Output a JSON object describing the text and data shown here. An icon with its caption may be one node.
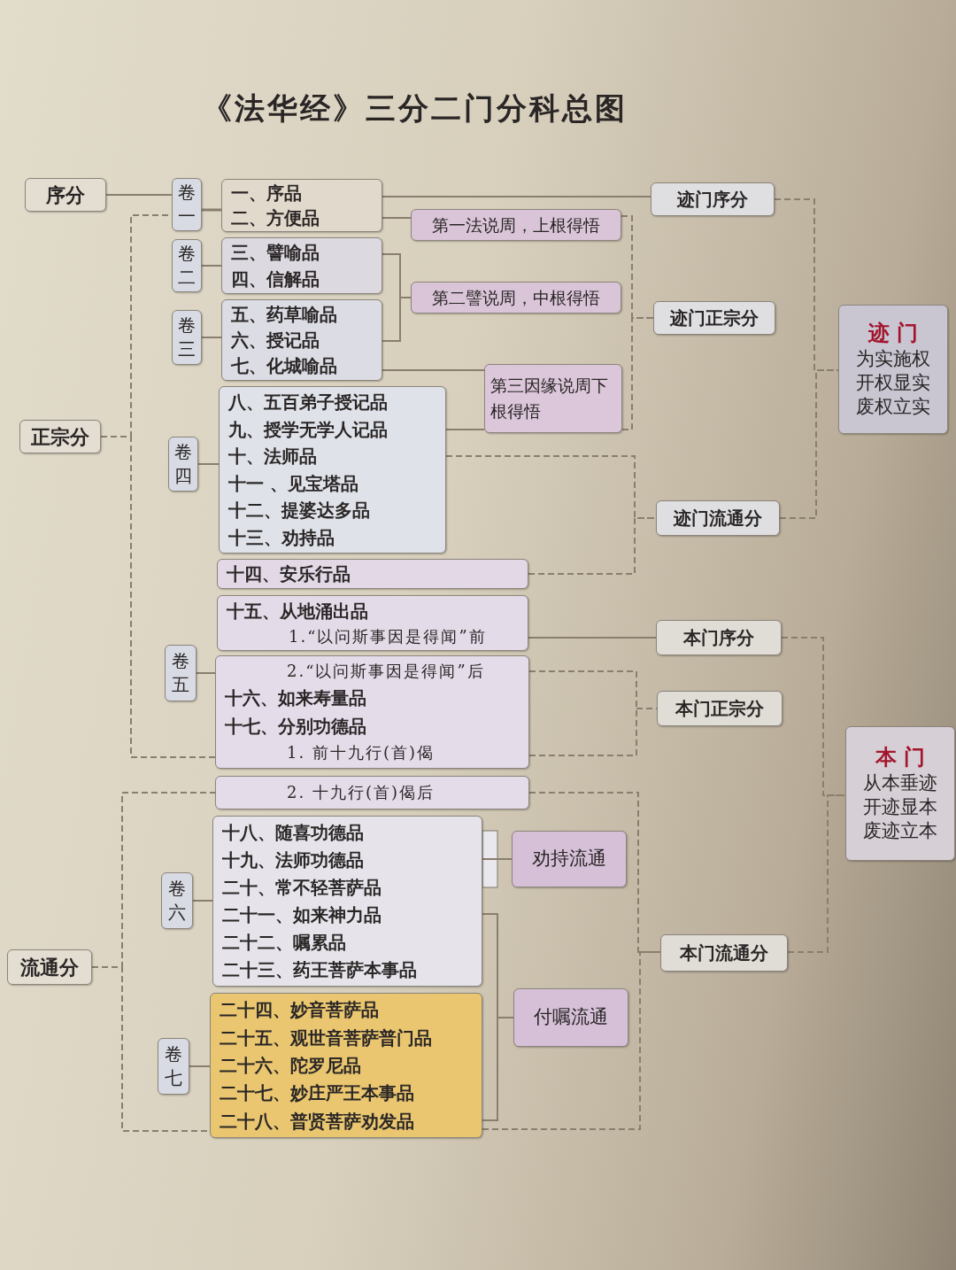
{
  "diagram": {
    "title": "《法华经》三分二门分科总图",
    "nodes": [
      {
        "text": [
          "序分"
        ]
      },
      {
        "text": [
          "正宗分"
        ]
      },
      {
        "text": [
          "流通分"
        ]
      },
      {
        "text": [
          "卷一"
        ]
      },
      {
        "text": [
          "卷二"
        ]
      },
      {
        "text": [
          "卷三"
        ]
      },
      {
        "text": [
          "卷四"
        ]
      },
      {
        "text": [
          "卷五"
        ]
      },
      {
        "text": [
          "卷六"
        ]
      },
      {
        "text": [
          "卷七"
        ]
      },
      {
        "text": [
          "一、序品",
          "二、方便品"
        ]
      },
      {
        "text": [
          "三、譬喻品",
          "四、信解品"
        ]
      },
      {
        "text": [
          "五、药草喻品",
          "六、授记品",
          "七、化城喻品"
        ]
      },
      {
        "text": [
          "八、五百弟子授记品",
          "九、授学无学人记品",
          "十、法师品",
          "十一 、见宝塔品",
          "十二、提婆达多品",
          "十三、劝持品"
        ]
      },
      {
        "text": [
          "十四、安乐行品"
        ]
      },
      {
        "text": [
          "十五、从地涌出品",
          "1.“以问斯事因是得闻”前"
        ]
      },
      {
        "text": [
          "2.“以问斯事因是得闻”后",
          "十六、如来寿量品",
          "十七、分别功德品",
          "1. 前十九行(首)偈"
        ]
      },
      {
        "text": [
          "2. 十九行(首)偈后"
        ]
      },
      {
        "text": [
          "十八、随喜功德品",
          "十九、法师功德品",
          "二十、常不轻菩萨品",
          "二十一、如来神力品",
          "二十二、嘱累品",
          "二十三、药王菩萨本事品"
        ]
      },
      {
        "text": [
          "二十四、妙音菩萨品",
          "二十五、观世音菩萨普门品",
          "二十六、陀罗尼品",
          "二十七、妙庄严王本事品",
          "二十八、普贤菩萨劝发品"
        ]
      },
      {
        "text": [
          "第一法说周，上根得悟"
        ]
      },
      {
        "text": [
          "第二譬说周，中根得悟"
        ]
      },
      {
        "text": [
          "第三因缘说周下根得悟"
        ]
      },
      {
        "text": [
          "劝持流通"
        ]
      },
      {
        "text": [
          "付嘱流通"
        ]
      },
      {
        "text": [
          "迹门序分"
        ]
      },
      {
        "text": [
          "迹门正宗分"
        ]
      },
      {
        "text": [
          "迹门流通分"
        ]
      },
      {
        "text": [
          "本门序分"
        ]
      },
      {
        "text": [
          "本门正宗分"
        ]
      },
      {
        "text": [
          "本门流通分"
        ]
      },
      {
        "text": [
          "迹 门",
          "为实施权",
          "开权显实",
          "废权立实"
        ]
      },
      {
        "text": [
          "本 门",
          "从本垂迹",
          "开迹显本",
          "废迹立本"
        ]
      }
    ],
    "edges": [
      {
        "from": 0,
        "to": 3,
        "arrow": "none"
      },
      {
        "from": 3,
        "to": 10,
        "arrow": "none"
      },
      {
        "from": 1,
        "to": 3,
        "arrow": "none",
        "style": "dashed"
      },
      {
        "from": 1,
        "to": 16,
        "arrow": "none",
        "style": "dashed"
      },
      {
        "from": 2,
        "to": 17,
        "arrow": "none",
        "style": "dashed"
      },
      {
        "from": 2,
        "to": 19,
        "arrow": "none",
        "style": "dashed"
      },
      {
        "from": 4,
        "to": 11,
        "arrow": "none"
      },
      {
        "from": 5,
        "to": 12,
        "arrow": "none"
      },
      {
        "from": 6,
        "to": 13,
        "arrow": "none"
      },
      {
        "from": 7,
        "to": 16,
        "arrow": "none"
      },
      {
        "from": 8,
        "to": 18,
        "arrow": "none"
      },
      {
        "from": 9,
        "to": 19,
        "arrow": "none"
      },
      {
        "from": 10,
        "to": 25,
        "arrow": "none"
      },
      {
        "from": 10,
        "to": 20,
        "arrow": "none"
      },
      {
        "from": 11,
        "to": 21,
        "arrow": "none"
      },
      {
        "from": 12,
        "to": 21,
        "arrow": "none"
      },
      {
        "from": 12,
        "to": 22,
        "arrow": "none"
      },
      {
        "from": 13,
        "to": 22,
        "arrow": "none"
      },
      {
        "from": 20,
        "to": 26,
        "arrow": "none",
        "style": "dashed"
      },
      {
        "from": 22,
        "to": 26,
        "arrow": "none",
        "style": "dashed"
      },
      {
        "from": 13,
        "to": 27,
        "arrow": "none",
        "style": "dashed"
      },
      {
        "from": 14,
        "to": 27,
        "arrow": "none",
        "style": "dashed"
      },
      {
        "from": 15,
        "to": 28,
        "arrow": "none"
      },
      {
        "from": 16,
        "to": 29,
        "arrow": "none",
        "style": "dashed"
      },
      {
        "from": 17,
        "to": 30,
        "arrow": "none",
        "style": "dashed"
      },
      {
        "from": 19,
        "to": 30,
        "arrow": "none",
        "style": "dashed"
      },
      {
        "from": 18,
        "to": 23,
        "arrow": "none"
      },
      {
        "from": 18,
        "to": 24,
        "arrow": "none"
      },
      {
        "from": 19,
        "to": 24,
        "arrow": "none"
      },
      {
        "from": 25,
        "to": 31,
        "arrow": "none",
        "style": "dashed"
      },
      {
        "from": 27,
        "to": 31,
        "arrow": "none",
        "style": "dashed"
      },
      {
        "from": 28,
        "to": 32,
        "arrow": "none",
        "style": "dashed"
      },
      {
        "from": 30,
        "to": 32,
        "arrow": "none",
        "style": "dashed"
      }
    ]
  }
}
